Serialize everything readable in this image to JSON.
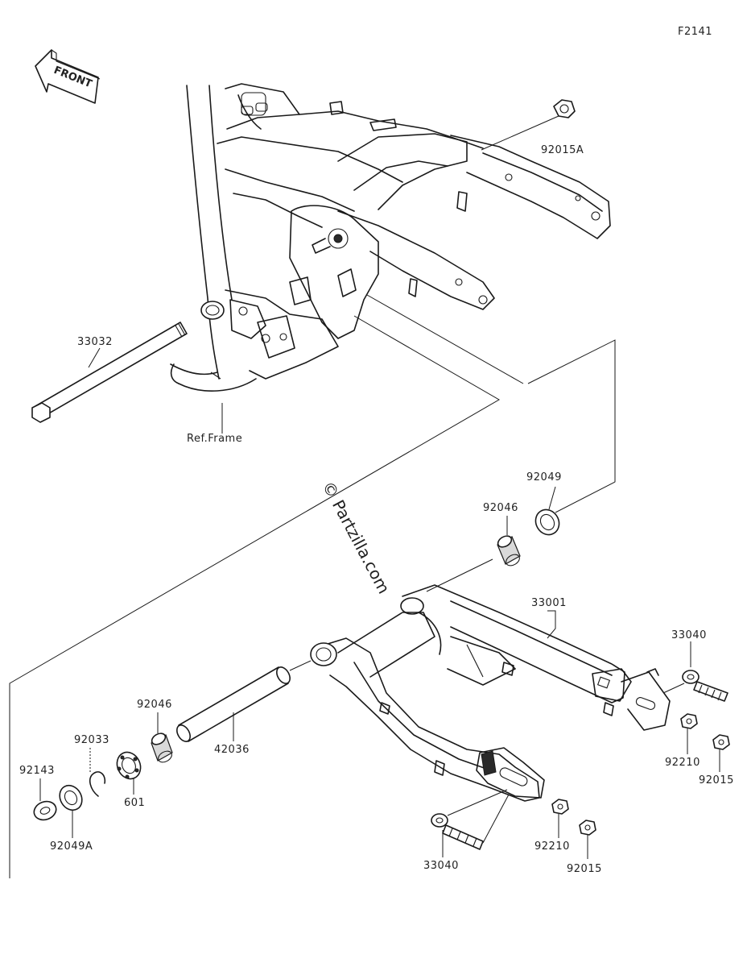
{
  "diagram_code": "F2141",
  "front_label": "FRONT",
  "watermark": "© Partzilla.com",
  "ref_label": "Ref.Frame",
  "parts": {
    "p92015A": "92015A",
    "p33032": "33032",
    "p92049_top": "92049",
    "p92046_top": "92046",
    "p33001": "33001",
    "p33040_right": "33040",
    "p92210_right": "92210",
    "p92015_right": "92015",
    "p92046_left": "92046",
    "p42036": "42036",
    "p92033": "92033",
    "p92143": "92143",
    "p601": "601",
    "p92049A": "92049A",
    "p33040_bottom": "33040",
    "p92210_bottom": "92210",
    "p92015_bottom": "92015"
  }
}
